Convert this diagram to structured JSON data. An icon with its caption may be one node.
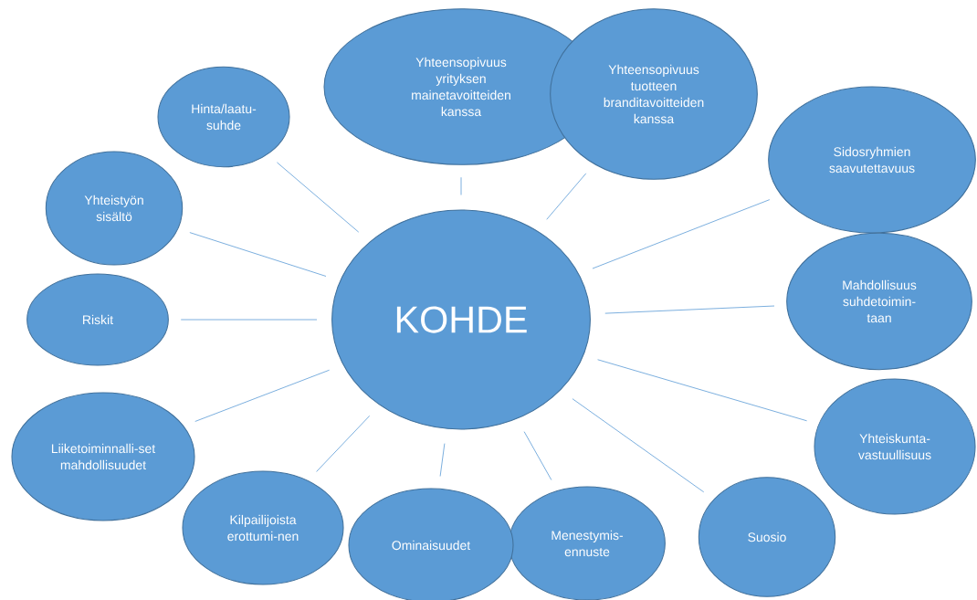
{
  "diagram": {
    "nodes": [
      {
        "text": [
          "KOHDE"
        ]
      },
      {
        "text": [
          "Hinta/laatu-suhde"
        ]
      },
      {
        "text": [
          "Yhteensopivuus yrityksen mainetavoitteiden kanssa"
        ]
      },
      {
        "text": [
          "Yhteensopivuus tuotteen branditavoitteiden kanssa"
        ]
      },
      {
        "text": [
          "Sidosryhmien saavutettavuus"
        ]
      },
      {
        "text": [
          "Mahdollisuus suhdetoimin-taan"
        ]
      },
      {
        "text": [
          "Yhteiskunta-vastuullisuus"
        ]
      },
      {
        "text": [
          "Suosio"
        ]
      },
      {
        "text": [
          "Menestymis-ennuste"
        ]
      },
      {
        "text": [
          "Ominaisuudet"
        ]
      },
      {
        "text": [
          "Kilpailijoista erottumi-nen"
        ]
      },
      {
        "text": [
          "Liiketoiminnalli-set mahdollisuudet"
        ]
      },
      {
        "text": [
          "Riskit"
        ]
      },
      {
        "text": [
          "Yhteistyön sisältö"
        ]
      }
    ],
    "edges": [
      {
        "from": 1,
        "to": 0,
        "arrow": "none"
      },
      {
        "from": 2,
        "to": 0,
        "arrow": "none"
      },
      {
        "from": 3,
        "to": 0,
        "arrow": "none"
      },
      {
        "from": 4,
        "to": 0,
        "arrow": "none"
      },
      {
        "from": 5,
        "to": 0,
        "arrow": "none"
      },
      {
        "from": 6,
        "to": 0,
        "arrow": "none"
      },
      {
        "from": 7,
        "to": 0,
        "arrow": "none"
      },
      {
        "from": 8,
        "to": 0,
        "arrow": "none"
      },
      {
        "from": 9,
        "to": 0,
        "arrow": "none"
      },
      {
        "from": 10,
        "to": 0,
        "arrow": "none"
      },
      {
        "from": 11,
        "to": 0,
        "arrow": "none"
      },
      {
        "from": 12,
        "to": 0,
        "arrow": "none"
      },
      {
        "from": 13,
        "to": 0,
        "arrow": "none"
      }
    ]
  }
}
